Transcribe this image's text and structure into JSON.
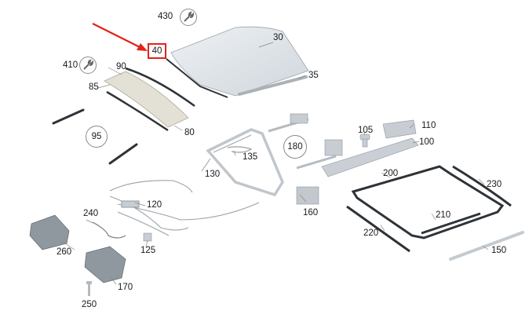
{
  "diagram": {
    "highlighted_part": "40",
    "part_labels": {
      "p30": "30",
      "p35": "35",
      "p40": "40",
      "p80": "80",
      "p85": "85",
      "p90": "90",
      "p95": "95",
      "p100": "100",
      "p105": "105",
      "p110": "110",
      "p120": "120",
      "p125": "125",
      "p130": "130",
      "p135": "135",
      "p150": "150",
      "p160": "160",
      "p170": "170",
      "p180": "180",
      "p200": "200",
      "p210": "210",
      "p220": "220",
      "p230": "230",
      "p240": "240",
      "p250": "250",
      "p260": "260",
      "p410": "410",
      "p430": "430"
    },
    "icons": [
      "wrench-icon",
      "wrench-icon",
      "red-arrow"
    ],
    "colors": {
      "highlight": "#e32219",
      "part_fill": "#dde3e8",
      "seal": "#2e3338"
    }
  }
}
